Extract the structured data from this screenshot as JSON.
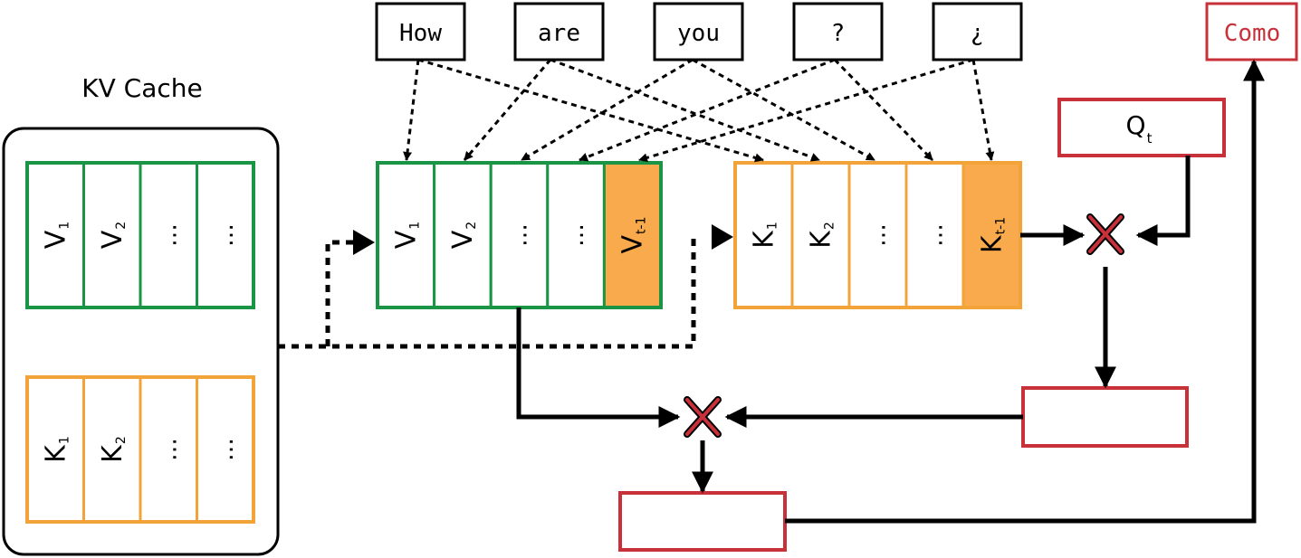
{
  "cache": {
    "title": "KV Cache"
  },
  "tokens": [
    "How",
    "are",
    "you",
    "?",
    "¿"
  ],
  "output": {
    "token": "Como"
  },
  "query": {
    "base": "Q",
    "sub": "t"
  },
  "cache_values": [
    {
      "base": "V",
      "sub": "1"
    },
    {
      "base": "V",
      "sub": "2"
    },
    {
      "base": "…",
      "sub": ""
    },
    {
      "base": "…",
      "sub": ""
    }
  ],
  "cache_keys": [
    {
      "base": "K",
      "sub": "1"
    },
    {
      "base": "K",
      "sub": "2"
    },
    {
      "base": "…",
      "sub": ""
    },
    {
      "base": "…",
      "sub": ""
    }
  ],
  "values_row": [
    {
      "base": "V",
      "sub": "1"
    },
    {
      "base": "V",
      "sub": "2"
    },
    {
      "base": "…",
      "sub": ""
    },
    {
      "base": "…",
      "sub": ""
    },
    {
      "base": "V",
      "sub": "t-1"
    }
  ],
  "keys_row": [
    {
      "base": "K",
      "sub": "1"
    },
    {
      "base": "K",
      "sub": "2"
    },
    {
      "base": "…",
      "sub": ""
    },
    {
      "base": "…",
      "sub": ""
    },
    {
      "base": "K",
      "sub": "t-1"
    }
  ],
  "colors": {
    "value_border": "#1a9445",
    "key_border": "#f2a33a",
    "highlight_fill": "#f8aa4c",
    "red": "#c8303a",
    "ink": "#000000"
  }
}
